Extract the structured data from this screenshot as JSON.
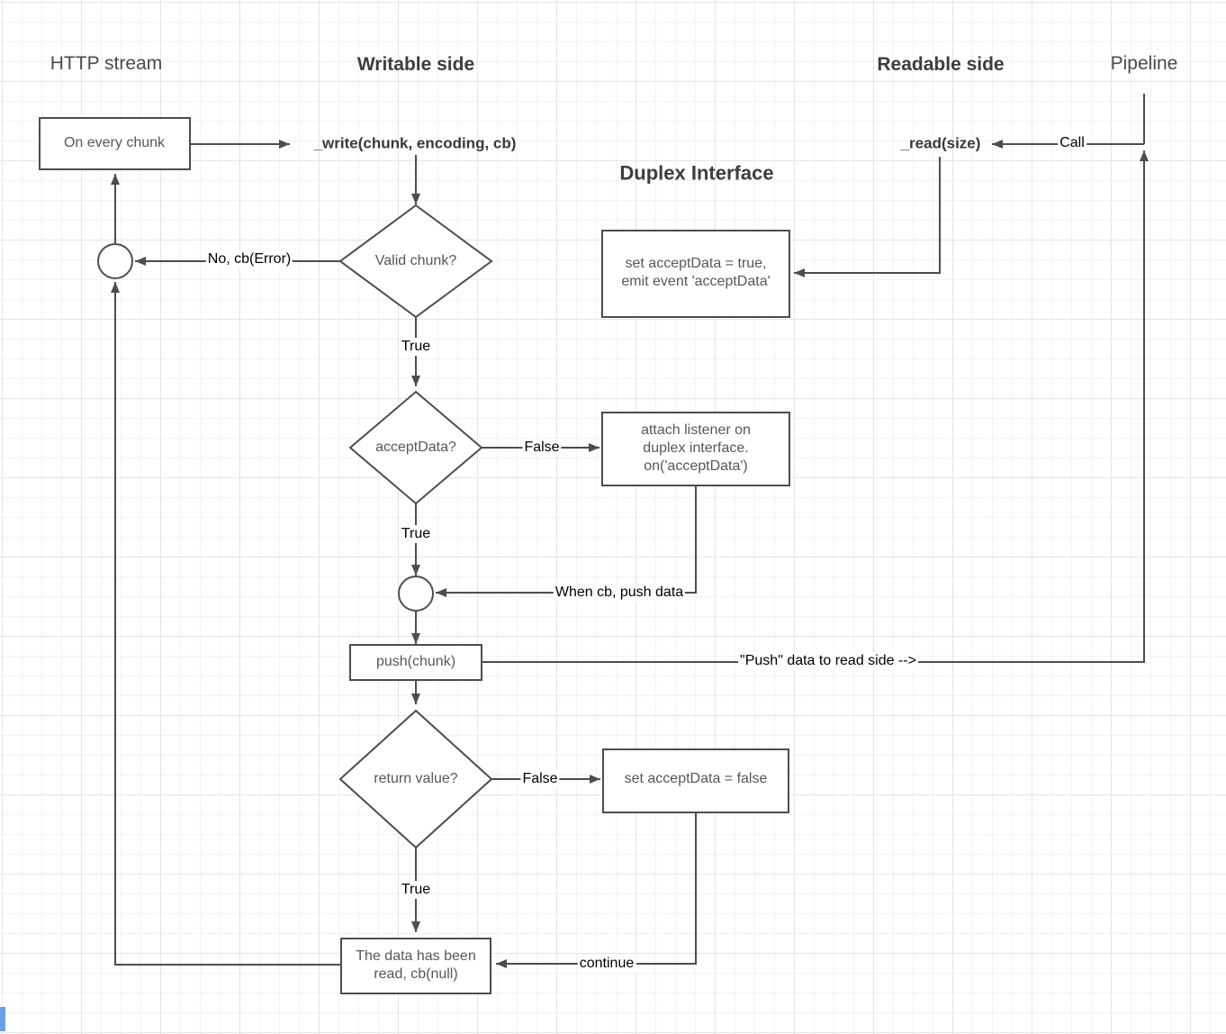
{
  "headers": {
    "http_stream": "HTTP stream",
    "writable_side": "Writable side",
    "readable_side": "Readable side",
    "pipeline": "Pipeline"
  },
  "title": "Duplex Interface",
  "nodes": {
    "on_every_chunk": "On every chunk",
    "write_fn": "_write(chunk, encoding, cb)",
    "read_fn": "_read(size)",
    "valid_chunk": "Valid chunk?",
    "accept_data": "acceptData?",
    "return_value": "return value?",
    "set_accept_true": "set acceptData = true,\nemit event 'acceptData'",
    "attach_listener": "attach listener on\nduplex interface.\non('acceptData')",
    "push_chunk": "push(chunk)",
    "set_accept_false": "set acceptData = false",
    "data_read": "The data has been\nread, cb(null)"
  },
  "edge_labels": {
    "no_cb_error": "No, cb(Error)",
    "true_valid": "True",
    "false_accept": "False",
    "true_accept": "True",
    "when_cb_push": "When cb, push data",
    "push_to_read": "\"Push\" data to read side -->",
    "false_return": "False",
    "true_return": "True",
    "continue_label": "continue",
    "call": "Call"
  },
  "colors": {
    "line": "#4d4d4d",
    "node_text": "#575757",
    "edge_label_text": "#000000",
    "grid_minor": "#f3f3f3",
    "grid_major": "#e4e4e4",
    "scrollbar_blue": "#6ba1e0"
  }
}
